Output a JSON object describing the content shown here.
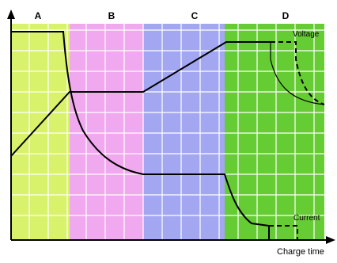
{
  "diagram": {
    "zones": [
      {
        "id": "A",
        "label": "A",
        "color": "#d9f26b"
      },
      {
        "id": "B",
        "label": "B",
        "color": "#f0a8ee"
      },
      {
        "id": "C",
        "label": "C",
        "color": "#a3a7f1"
      },
      {
        "id": "D",
        "label": "D",
        "color": "#66cc33"
      }
    ],
    "curves": {
      "voltage_label": "Voltage",
      "current_label": "Current"
    },
    "x_axis_label": "Charge time",
    "colors": {
      "grid": "#ffffff",
      "curve": "#000000",
      "axis": "#000000"
    }
  }
}
